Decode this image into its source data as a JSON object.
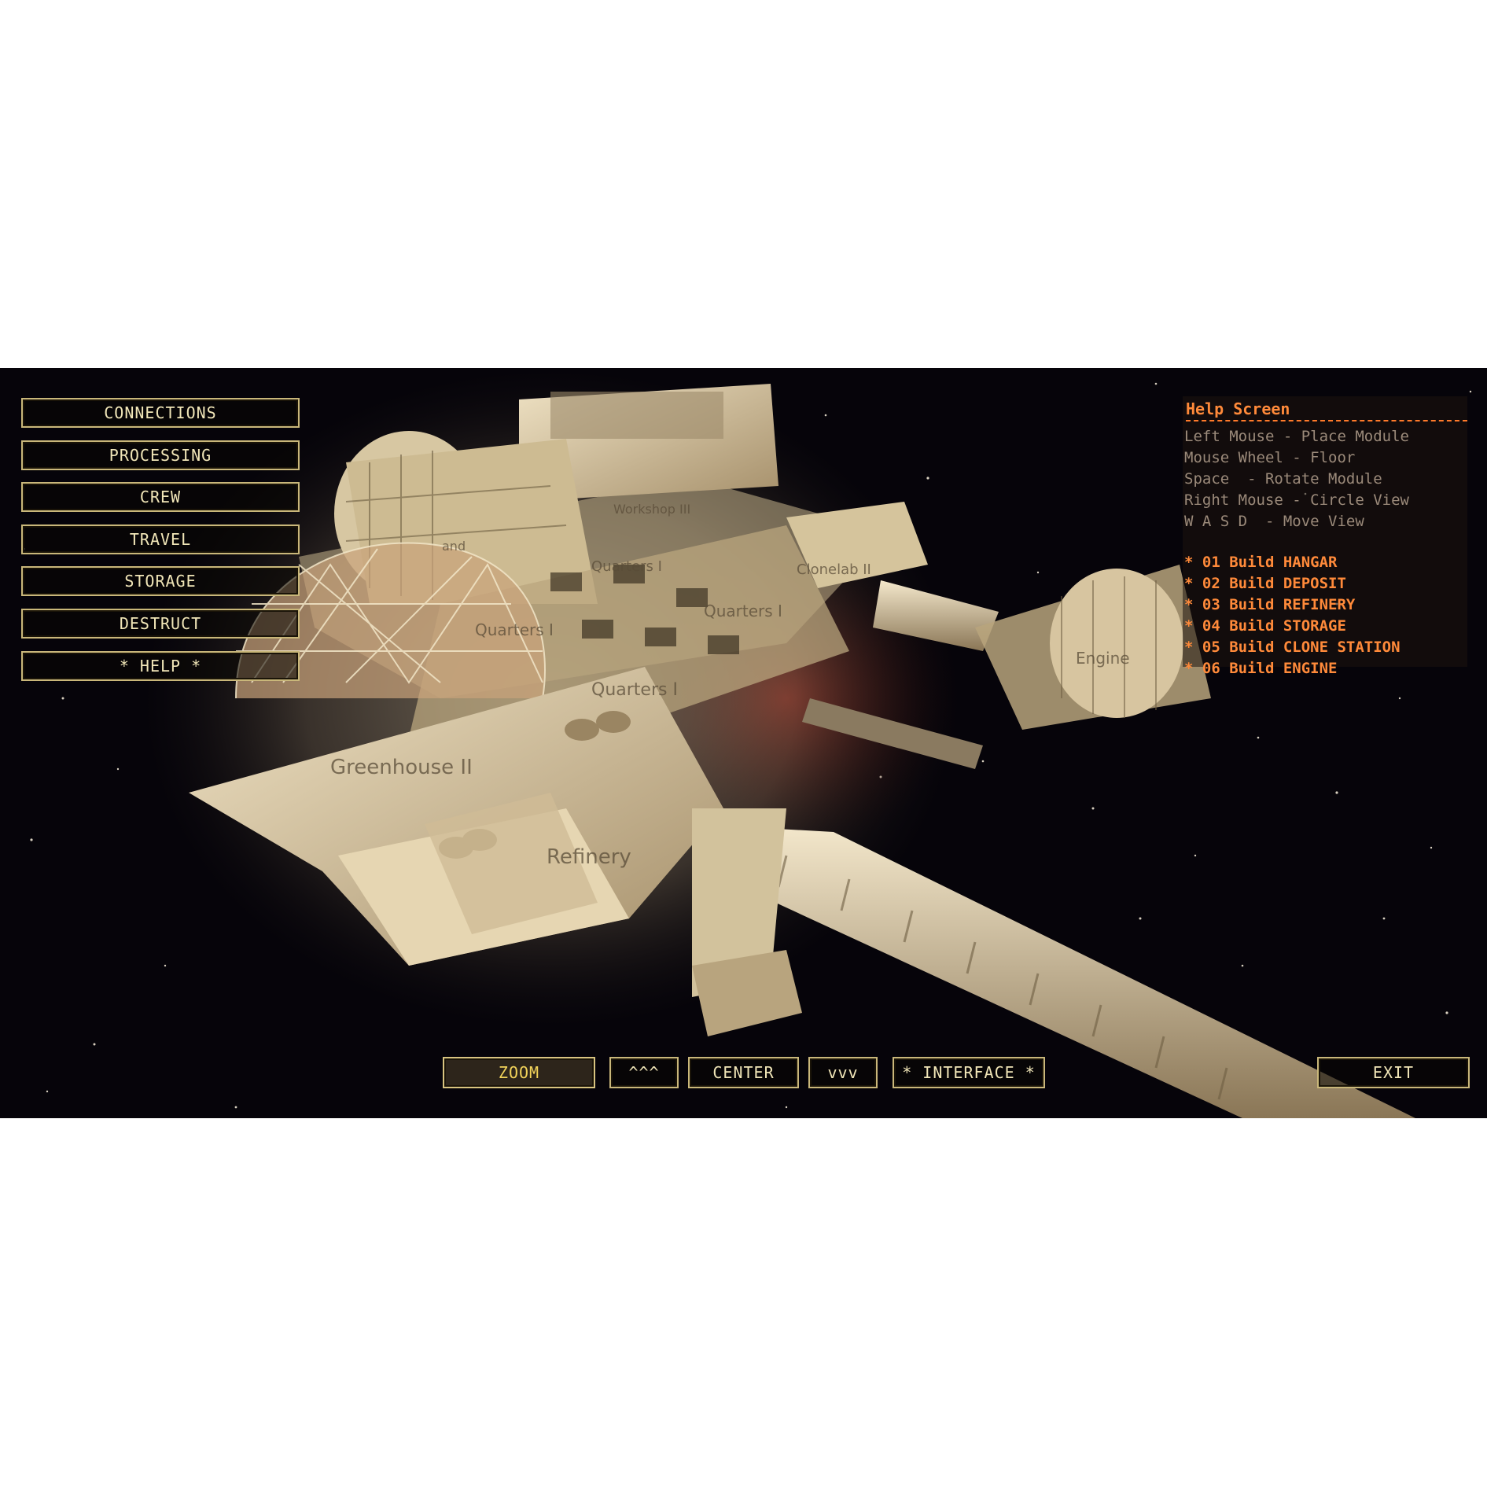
{
  "side_menu": {
    "connections": "CONNECTIONS",
    "processing": "PROCESSING",
    "crew": "CREW",
    "travel": "TRAVEL",
    "storage": "STORAGE",
    "destruct": "DESTRUCT",
    "help": "* HELP *"
  },
  "bottom_bar": {
    "zoom": "ZOOM",
    "up": "^^^",
    "center": "CENTER",
    "down": "vvv",
    "interface": "* INTERFACE *",
    "exit": "EXIT"
  },
  "help_screen": {
    "title": "Help Screen",
    "controls": [
      "Left Mouse - Place Module",
      "Mouse Wheel - Floor",
      "Space  - Rotate Module",
      "Right Mouse - Circle View",
      "W A S D  - Move View"
    ],
    "builds": [
      "01 Build HANGAR",
      "02 Build DEPOSIT",
      "03 Build REFINERY",
      "04 Build STORAGE",
      "05 Build CLONE STATION",
      "06 Build ENGINE"
    ],
    "bullet": "*"
  },
  "module_labels": {
    "workshop": "Workshop III",
    "quarters_a": "Quarters I",
    "quarters_b": "Quarters I",
    "quarters_c": "Quarters I",
    "quarters_d": "Quarters I",
    "clonelab": "Clonelab II",
    "greenhouse": "Greenhouse II",
    "refinery": "Refinery",
    "engine": "Engine",
    "hangar": "and"
  },
  "colors": {
    "button_border": "#c9b77a",
    "button_text": "#f1e6b8",
    "help_accent": "#ff8a3a",
    "help_text": "#9b8a7a",
    "space": "#06040a"
  }
}
